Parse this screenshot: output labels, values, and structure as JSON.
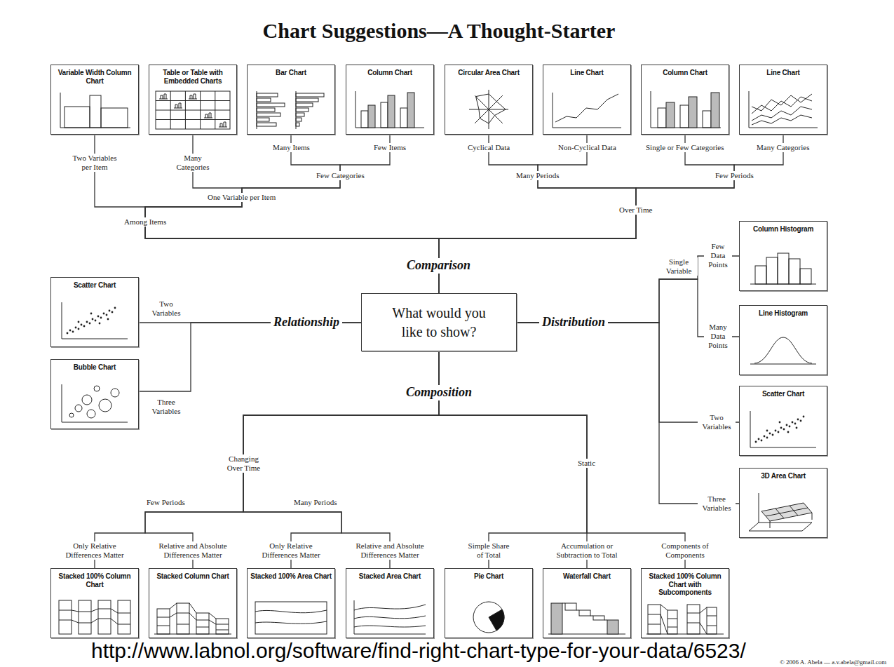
{
  "diagram": {
    "title": "Chart Suggestions—A Thought-Starter",
    "caption": "http://www.labnol.org/software/find-right-chart-type-for-your-data/6523/",
    "nodes": [
      {
        "text": [
          "Variable Width Column Chart"
        ]
      },
      {
        "text": [
          "Table or Table with Embedded Charts"
        ]
      },
      {
        "text": [
          "Bar Chart"
        ]
      },
      {
        "text": [
          "Column Chart"
        ]
      },
      {
        "text": [
          "Circular Area Chart"
        ]
      },
      {
        "text": [
          "Line Chart"
        ]
      },
      {
        "text": [
          "Column Chart"
        ]
      },
      {
        "text": [
          "Line Chart"
        ]
      },
      {
        "text": [
          "Column Histogram"
        ]
      },
      {
        "text": [
          "Scatter Chart"
        ]
      },
      {
        "text": [
          "What would you like to show?"
        ]
      },
      {
        "text": [
          "Line Histogram"
        ]
      },
      {
        "text": [
          "Bubble Chart"
        ]
      },
      {
        "text": [
          "Scatter Chart"
        ]
      },
      {
        "text": [
          "3D Area Chart"
        ]
      },
      {
        "text": [
          "Stacked 100% Column Chart"
        ]
      },
      {
        "text": [
          "Stacked Column Chart"
        ]
      },
      {
        "text": [
          "Stacked 100% Area Chart"
        ]
      },
      {
        "text": [
          "Stacked Area Chart"
        ]
      },
      {
        "text": [
          "Pie Chart"
        ]
      },
      {
        "text": [
          "Waterfall Chart"
        ]
      },
      {
        "text": [
          "Stacked 100% Column Chart with Subcomponents"
        ]
      }
    ],
    "edges": [
      {
        "from": 10,
        "to": 0,
        "arrow": "none"
      },
      {
        "from": 10,
        "to": 1,
        "arrow": "none"
      },
      {
        "from": 10,
        "to": 2,
        "arrow": "none"
      },
      {
        "from": 10,
        "to": 3,
        "arrow": "none"
      },
      {
        "from": 10,
        "to": 4,
        "arrow": "none"
      },
      {
        "from": 10,
        "to": 5,
        "arrow": "none"
      },
      {
        "from": 10,
        "to": 6,
        "arrow": "none"
      },
      {
        "from": 10,
        "to": 7,
        "arrow": "none"
      },
      {
        "from": 10,
        "to": 8,
        "arrow": "none"
      },
      {
        "from": 10,
        "to": 9,
        "arrow": "none"
      },
      {
        "from": 10,
        "to": 11,
        "arrow": "none"
      },
      {
        "from": 10,
        "to": 12,
        "arrow": "none"
      },
      {
        "from": 10,
        "to": 13,
        "arrow": "none"
      },
      {
        "from": 10,
        "to": 14,
        "arrow": "none"
      },
      {
        "from": 10,
        "to": 15,
        "arrow": "none"
      },
      {
        "from": 10,
        "to": 16,
        "arrow": "none"
      },
      {
        "from": 10,
        "to": 17,
        "arrow": "none"
      },
      {
        "from": 10,
        "to": 18,
        "arrow": "none"
      },
      {
        "from": 10,
        "to": 19,
        "arrow": "none"
      },
      {
        "from": 10,
        "to": 20,
        "arrow": "none"
      },
      {
        "from": 10,
        "to": 21,
        "arrow": "none"
      }
    ],
    "labels": [
      "Two Variables per Item",
      "Many Categories",
      "Many Items",
      "Few Items",
      "Cyclical Data",
      "Non-Cyclical Data",
      "Single or Few Categories",
      "Many Categories",
      "Few Categories",
      "Many Periods",
      "Few Periods",
      "One Variable per Item",
      "Among Items",
      "Over Time",
      "Comparison",
      "Few Data Points",
      "Single Variable",
      "Two Variables",
      "Relationship",
      "Distribution",
      "Many Data Points",
      "Composition",
      "Three Variables",
      "Two Variables",
      "Changing Over Time",
      "Static",
      "Three Variables",
      "Few Periods",
      "Many Periods",
      "Only Relative Differences Matter",
      "Relative and Absolute Differences Matter",
      "Only Relative Differences Matter",
      "Relative and Absolute Differences Matter",
      "Simple Share of Total",
      "Accumulation or Subtraction to Total",
      "Components of Components",
      "© 2006 A. Abela — a.v.abela@gmail.com"
    ]
  }
}
